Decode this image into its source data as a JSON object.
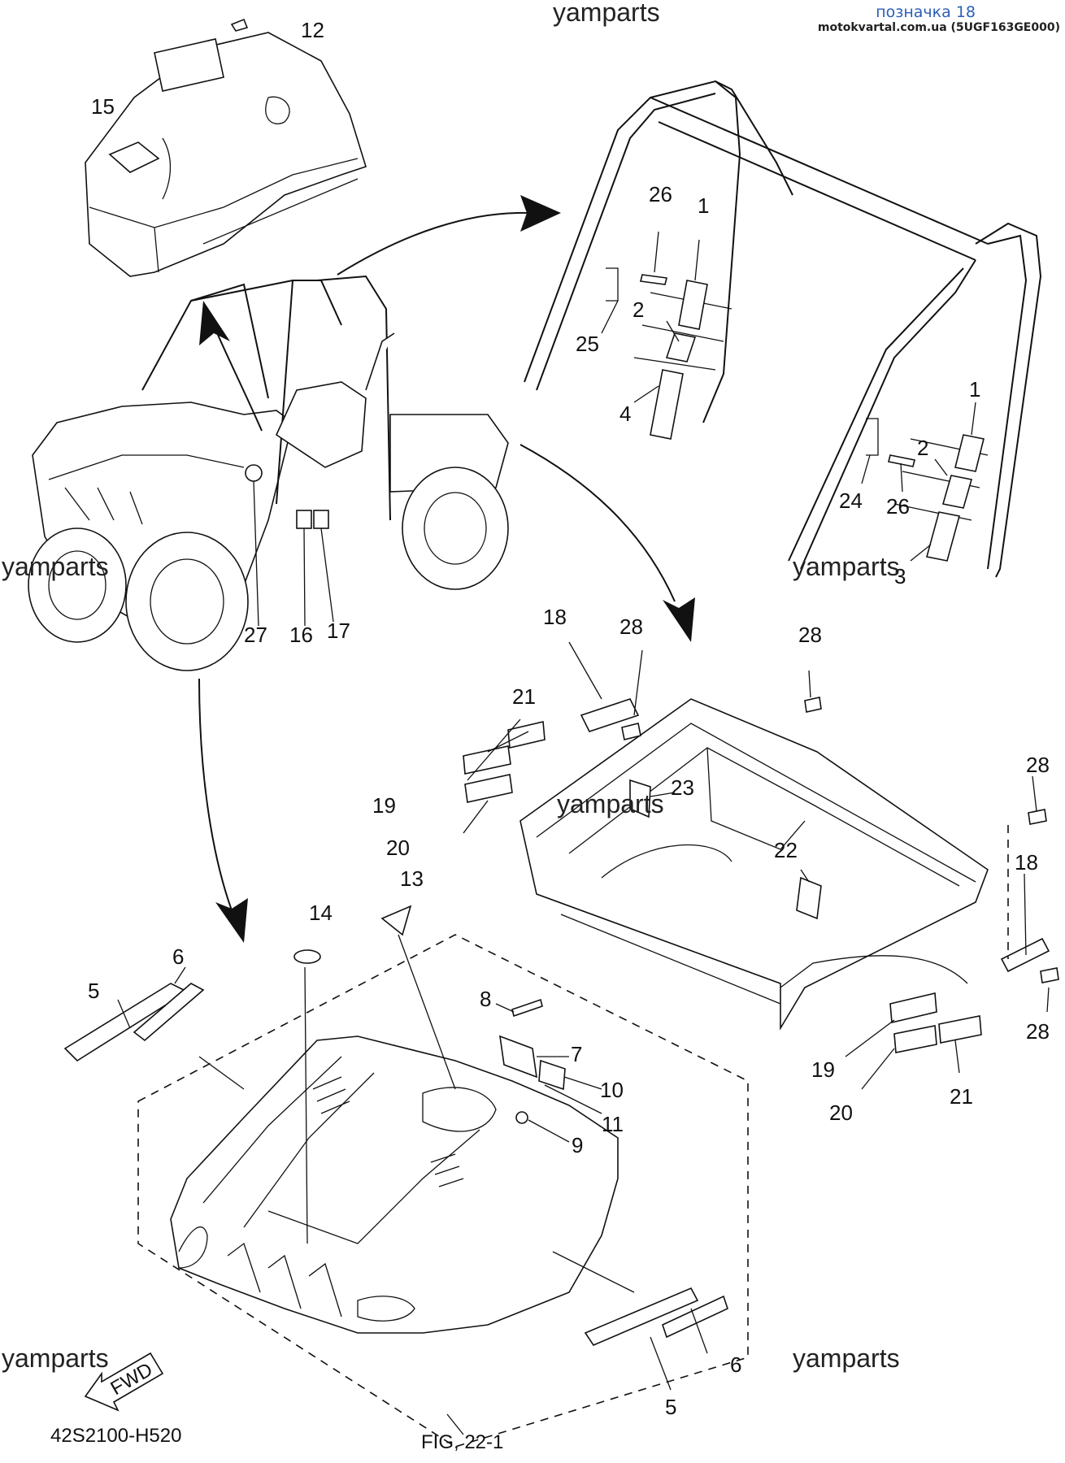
{
  "header": {
    "title": "позначка 18",
    "subtitle": "motokvartal.com.ua (5UGF163GE000)"
  },
  "watermark": "yamparts",
  "figure_code": "42S2100-H520",
  "figure_ref": "FIG, 22-1",
  "fwd_label": "FWD",
  "callouts": [
    "12",
    "15",
    "26",
    "1",
    "2",
    "25",
    "4",
    "1",
    "2",
    "24",
    "26",
    "3",
    "27",
    "16",
    "17",
    "18",
    "28",
    "28",
    "21",
    "19",
    "20",
    "23",
    "22",
    "28",
    "18",
    "28",
    "13",
    "14",
    "6",
    "5",
    "8",
    "7",
    "10",
    "11",
    "9",
    "19",
    "20",
    "21",
    "6",
    "5"
  ]
}
